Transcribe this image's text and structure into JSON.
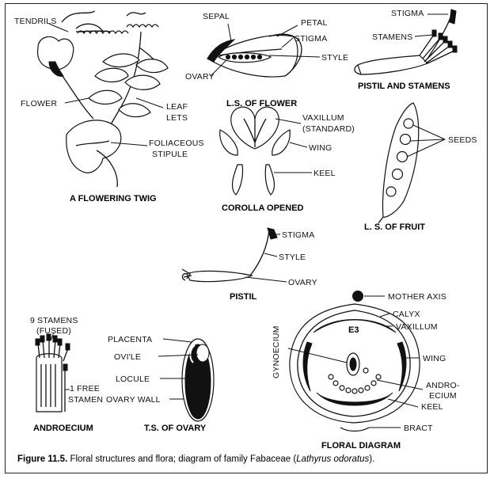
{
  "labels": {
    "tendrils": "TENDRILS",
    "flower": "FLOWER",
    "leaflets_1": "LEAF",
    "leaflets_2": "LETS",
    "stipule_1": "FOLIACEOUS",
    "stipule_2": "STIPULE",
    "sepal": "SEPAL",
    "petal": "PETAL",
    "stigma_ls": "STIGMA",
    "style_ls": "STYLE",
    "ovary_ls": "OVARY",
    "stigma_ps": "STIGMA",
    "stamens_ps": "STAMENS",
    "vexillum_1": "VAXILLUM",
    "vexillum_2": "(STANDARD)",
    "wing_corolla": "WING",
    "keel_corolla": "KEEL",
    "seeds": "SEEDS",
    "stigma_pistil": "STIGMA",
    "style_pistil": "STYLE",
    "ovary_pistil": "OVARY",
    "mother_axis": "MOTHER AXIS",
    "calyx": "CALYX",
    "vexillum_fd": "VAXILLUM",
    "wing_fd": "WING",
    "androecium_fd_1": "ANDRO-",
    "androecium_fd_2": "ECIUM",
    "keel_fd": "KEEL",
    "bract": "BRACT",
    "gynoecium": "GYNOECIUM",
    "nine_stamens_1": "9 STAMENS",
    "nine_stamens_2": "(FUSED)",
    "free_stamen_1": "1 FREE",
    "free_stamen_2": "STAMEN",
    "placenta": "PLACENTA",
    "ovule": "OVI'LE",
    "locule": "LOCULE",
    "ovary_wall": "OVARY WALL",
    "fd_number": "E3"
  },
  "titles": {
    "flowering_twig": "A FLOWERING TWIG",
    "ls_flower": "L.S. OF FLOWER",
    "pistil_stamens": "PISTIL AND STAMENS",
    "corolla_opened": "COROLLA OPENED",
    "ls_fruit": "L. S. OF FRUIT",
    "pistil": "PISTIL",
    "androecium": "ANDROECIUM",
    "ts_ovary": "T.S. OF OVARY",
    "floral_diagram": "FLORAL DIAGRAM"
  },
  "caption": {
    "label": "Figure 11.5.",
    "text": " Floral structures and flora; diagram of family Fabaceae (",
    "species": "Lathyrus odoratus",
    "end": ")."
  },
  "colors": {
    "ink": "#111111",
    "paper": "#ffffff"
  }
}
